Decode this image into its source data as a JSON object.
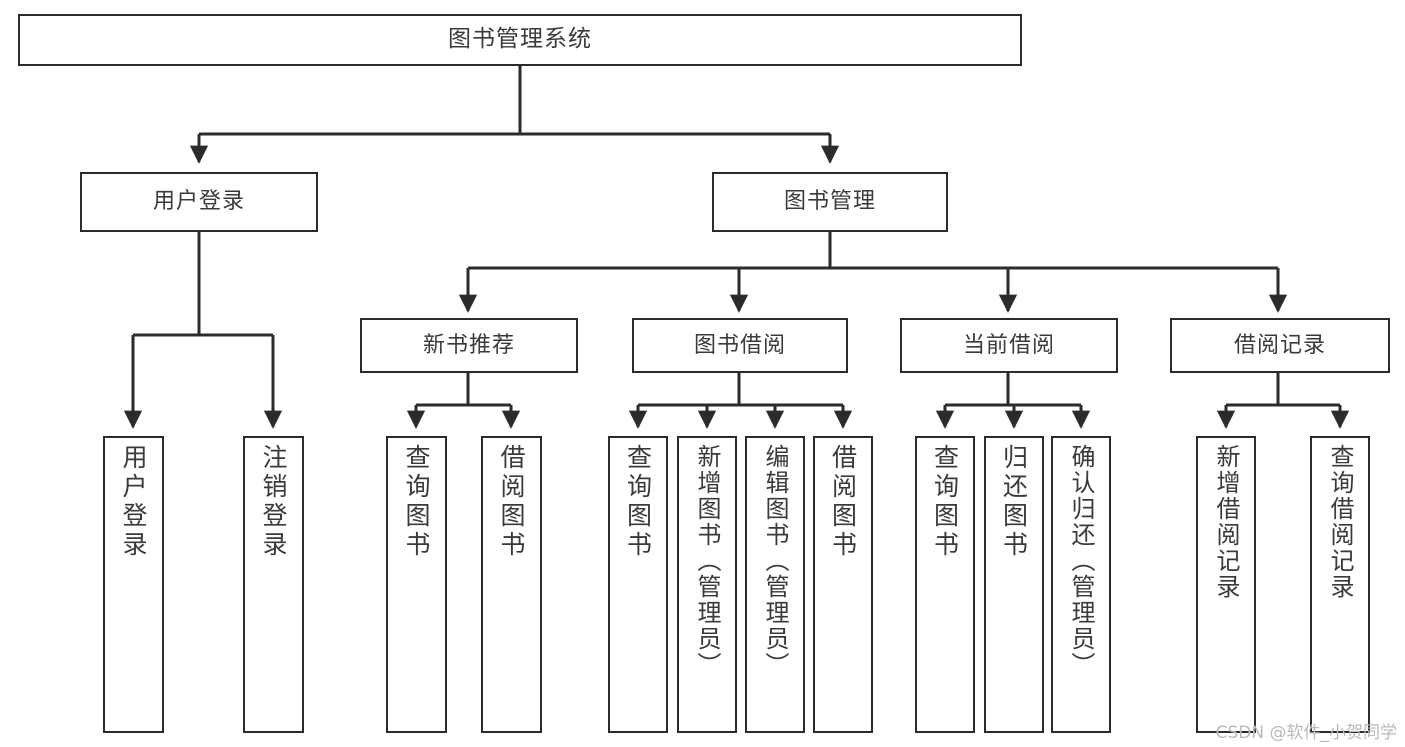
{
  "diagram": {
    "title": "图书管理系统",
    "type": "hierarchy-tree",
    "watermark": "CSDN @软件_小贺同学",
    "colors": {
      "box_border": "#2b2b2b",
      "box_fill": "#ffffff",
      "edge": "#2b2b2b",
      "text": "#3a3a3a",
      "watermark": "#b9b9b9",
      "background": "#ffffff"
    },
    "levels": {
      "root": "图书管理系统",
      "modules": [
        "用户登录",
        "图书管理"
      ],
      "submodules": [
        "新书推荐",
        "图书借阅",
        "当前借阅",
        "借阅记录"
      ]
    },
    "nodes": {
      "root": {
        "id": "root",
        "label": "图书管理系统",
        "level": 0
      },
      "user_login": {
        "id": "user_login",
        "label": "用户登录",
        "level": 1
      },
      "book_mgmt": {
        "id": "book_mgmt",
        "label": "图书管理",
        "level": 1
      },
      "new_book_rec": {
        "id": "new_book_rec",
        "label": "新书推荐",
        "level": 2
      },
      "book_borrow": {
        "id": "book_borrow",
        "label": "图书借阅",
        "level": 2
      },
      "current_borrow": {
        "id": "current_borrow",
        "label": "当前借阅",
        "level": 2
      },
      "borrow_record": {
        "id": "borrow_record",
        "label": "借阅记录",
        "level": 2
      },
      "leaf_user_login": {
        "id": "leaf_user_login",
        "label": "用户登录",
        "level": 3,
        "parent": "用户登录"
      },
      "leaf_logout": {
        "id": "leaf_logout",
        "label": "注销登录",
        "level": 3,
        "parent": "用户登录"
      },
      "leaf_query_book_1": {
        "id": "leaf_query_book_1",
        "label": "查询图书",
        "level": 3,
        "parent": "新书推荐"
      },
      "leaf_borrow_book_1": {
        "id": "leaf_borrow_book_1",
        "label": "借阅图书",
        "level": 3,
        "parent": "新书推荐"
      },
      "leaf_query_book_2": {
        "id": "leaf_query_book_2",
        "label": "查询图书",
        "level": 3,
        "parent": "图书借阅"
      },
      "leaf_add_book": {
        "id": "leaf_add_book",
        "label": "新增图书（管理员）",
        "level": 3,
        "parent": "图书借阅"
      },
      "leaf_edit_book": {
        "id": "leaf_edit_book",
        "label": "编辑图书（管理员）",
        "level": 3,
        "parent": "图书借阅"
      },
      "leaf_borrow_book_2": {
        "id": "leaf_borrow_book_2",
        "label": "借阅图书",
        "level": 3,
        "parent": "图书借阅"
      },
      "leaf_query_book_3": {
        "id": "leaf_query_book_3",
        "label": "查询图书",
        "level": 3,
        "parent": "当前借阅"
      },
      "leaf_return_book": {
        "id": "leaf_return_book",
        "label": "归还图书",
        "level": 3,
        "parent": "当前借阅"
      },
      "leaf_confirm_return": {
        "id": "leaf_confirm_return",
        "label": "确认归还（管理员）",
        "level": 3,
        "parent": "当前借阅"
      },
      "leaf_add_record": {
        "id": "leaf_add_record",
        "label": "新增借阅记录",
        "level": 3,
        "parent": "借阅记录"
      },
      "leaf_query_record": {
        "id": "leaf_query_record",
        "label": "查询借阅记录",
        "level": 3,
        "parent": "借阅记录"
      }
    },
    "edges": [
      {
        "from": "图书管理系统",
        "to": "用户登录"
      },
      {
        "from": "图书管理系统",
        "to": "图书管理"
      },
      {
        "from": "用户登录",
        "to": "用户登录"
      },
      {
        "from": "用户登录",
        "to": "注销登录"
      },
      {
        "from": "图书管理",
        "to": "新书推荐"
      },
      {
        "from": "图书管理",
        "to": "图书借阅"
      },
      {
        "from": "图书管理",
        "to": "当前借阅"
      },
      {
        "from": "图书管理",
        "to": "借阅记录"
      },
      {
        "from": "新书推荐",
        "to": "查询图书"
      },
      {
        "from": "新书推荐",
        "to": "借阅图书"
      },
      {
        "from": "图书借阅",
        "to": "查询图书"
      },
      {
        "from": "图书借阅",
        "to": "新增图书（管理员）"
      },
      {
        "from": "图书借阅",
        "to": "编辑图书（管理员）"
      },
      {
        "from": "图书借阅",
        "to": "借阅图书"
      },
      {
        "from": "当前借阅",
        "to": "查询图书"
      },
      {
        "from": "当前借阅",
        "to": "归还图书"
      },
      {
        "from": "当前借阅",
        "to": "确认归还（管理员）"
      },
      {
        "from": "借阅记录",
        "to": "新增借阅记录"
      },
      {
        "from": "借阅记录",
        "to": "查询借阅记录"
      }
    ]
  }
}
